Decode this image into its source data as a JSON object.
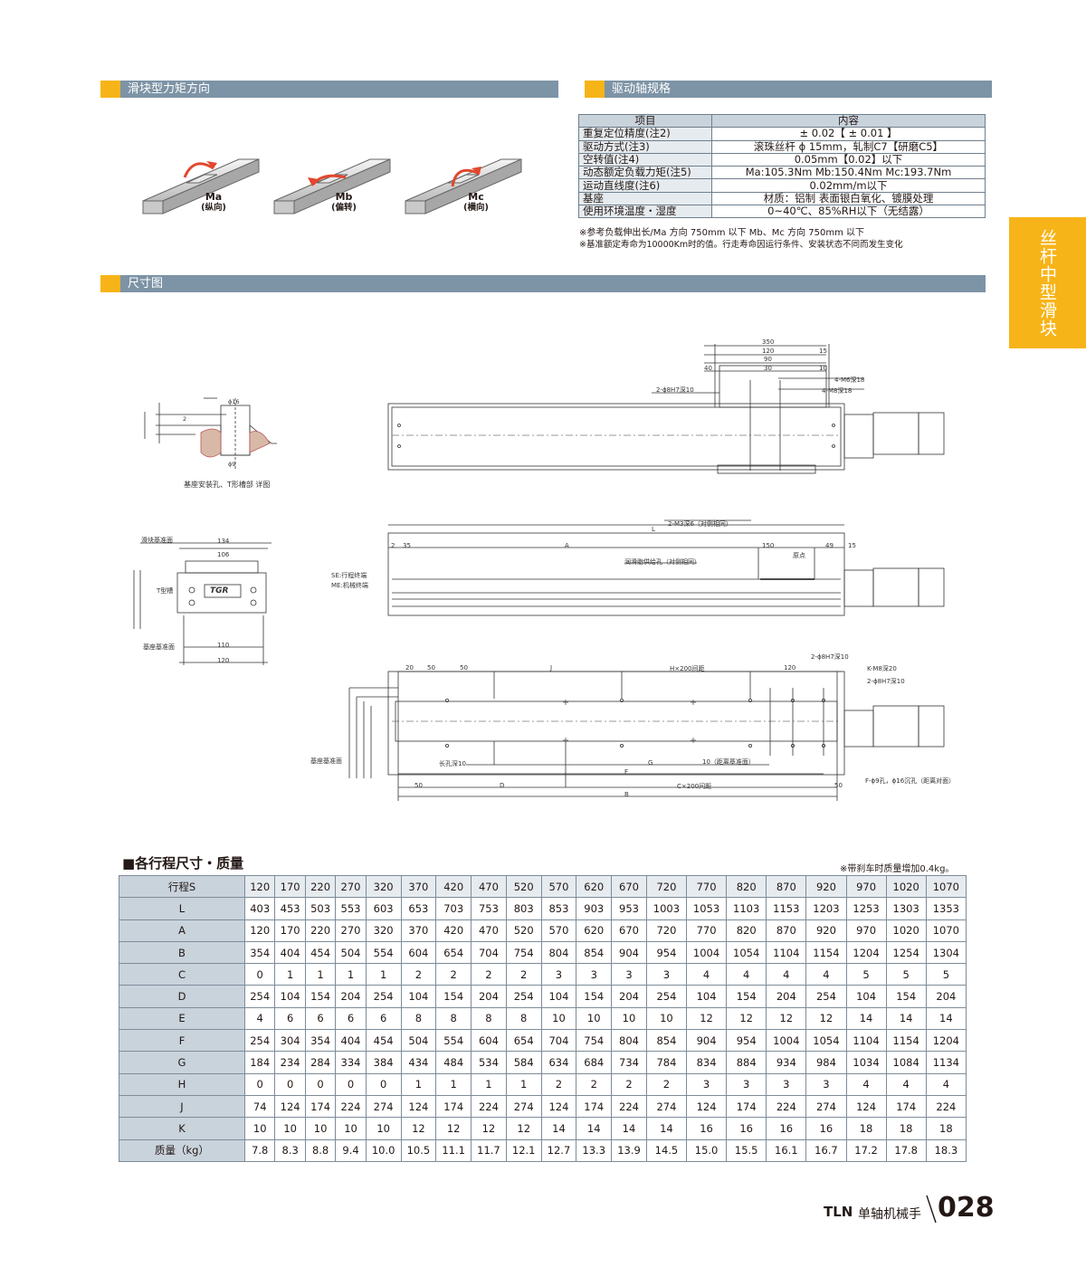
{
  "sections": {
    "moment": "滑块型力矩方向",
    "drive": "驱动轴规格",
    "dimension": "尺寸图"
  },
  "side_tab": "丝杆中型滑块",
  "moments": [
    {
      "name": "Ma",
      "dir": "(纵向)"
    },
    {
      "name": "Mb",
      "dir": "(偏转)"
    },
    {
      "name": "Mc",
      "dir": "(横向)"
    }
  ],
  "spec": {
    "header_item": "项目",
    "header_content": "内容",
    "rows": [
      {
        "item": "重复定位精度(注2)",
        "value": "± 0.02【 ± 0.01 】"
      },
      {
        "item": "驱动方式(注3)",
        "value": "滚珠丝杆 ϕ 15mm，轧制C7【研磨C5】"
      },
      {
        "item": "空转值(注4)",
        "value": "0.05mm【0.02】以下"
      },
      {
        "item": "动态额定负载力矩(注5)",
        "value": "Ma:105.3Nm  Mb:150.4Nm  Mc:193.7Nm"
      },
      {
        "item": "运动直线度(注6)",
        "value": "0.02mm/m以下"
      },
      {
        "item": "基座",
        "value": "材质：铝制  表面银白氧化、镀膜处理"
      },
      {
        "item": "使用环境温度・湿度",
        "value": "0~40℃、85%RH以下（无结露）"
      }
    ],
    "note1": "※参考负载伸出长/Ma 方向 750mm 以下    Mb、Mc 方向 750mm 以下",
    "note2": "※基准额定寿命为10000Km时的值。行走寿命因运行条件、安装状态不同而发生变化"
  },
  "drawing_labels": {
    "detail_caption": "基座安装孔、T形槽部 详图",
    "se_label": "SE:行程终端",
    "me_label": "ME:机械终端",
    "slider_ref": "滑块基准面",
    "t_slot": "T型槽",
    "base_ref": "基座基准面",
    "base_ref2": "基座基准面",
    "logo": "TGR",
    "dims": {
      "d350": "350",
      "d120": "120",
      "d90": "90",
      "d30": "30",
      "d40": "40",
      "d15": "15",
      "d10": "10",
      "m6": "4-M6深18",
      "m8": "4-M8深18",
      "pin": "2-ϕ8H7深10",
      "m3": "2-M3深6（对侧相同）",
      "L": "L",
      "A": "A",
      "d2": "2",
      "d35": "35",
      "d750": "150",
      "d49": "49",
      "d134": "134",
      "d106": "106",
      "d110": "110",
      "d120b": "120",
      "d20": "20",
      "d50": "50",
      "J": "J",
      "H200": "H×200间距",
      "K": "K-M8深20",
      "G": "G",
      "F": "F",
      "D": "D",
      "C200": "C×200间距",
      "B": "B",
      "tenref": "10（距离基准面）",
      "F9": "F-ϕ9孔，ϕ16沉孔（距离对面）",
      "long": "长孔深10",
      "lube": "润滑脂供给孔（对侧相同）",
      "home": "原点"
    }
  },
  "strokes": {
    "title": "■各行程尺寸・质量",
    "brake_note": "※带刹车时质量增加0.4kg。",
    "rows": [
      {
        "label": "行程S",
        "values": [
          "120",
          "170",
          "220",
          "270",
          "320",
          "370",
          "420",
          "470",
          "520",
          "570",
          "620",
          "670",
          "720",
          "770",
          "820",
          "870",
          "920",
          "970",
          "1020",
          "1070"
        ]
      },
      {
        "label": "L",
        "values": [
          "403",
          "453",
          "503",
          "553",
          "603",
          "653",
          "703",
          "753",
          "803",
          "853",
          "903",
          "953",
          "1003",
          "1053",
          "1103",
          "1153",
          "1203",
          "1253",
          "1303",
          "1353"
        ]
      },
      {
        "label": "A",
        "values": [
          "120",
          "170",
          "220",
          "270",
          "320",
          "370",
          "420",
          "470",
          "520",
          "570",
          "620",
          "670",
          "720",
          "770",
          "820",
          "870",
          "920",
          "970",
          "1020",
          "1070"
        ]
      },
      {
        "label": "B",
        "values": [
          "354",
          "404",
          "454",
          "504",
          "554",
          "604",
          "654",
          "704",
          "754",
          "804",
          "854",
          "904",
          "954",
          "1004",
          "1054",
          "1104",
          "1154",
          "1204",
          "1254",
          "1304"
        ]
      },
      {
        "label": "C",
        "values": [
          "0",
          "1",
          "1",
          "1",
          "1",
          "2",
          "2",
          "2",
          "2",
          "3",
          "3",
          "3",
          "3",
          "4",
          "4",
          "4",
          "4",
          "5",
          "5",
          "5"
        ]
      },
      {
        "label": "D",
        "values": [
          "254",
          "104",
          "154",
          "204",
          "254",
          "104",
          "154",
          "204",
          "254",
          "104",
          "154",
          "204",
          "254",
          "104",
          "154",
          "204",
          "254",
          "104",
          "154",
          "204"
        ]
      },
      {
        "label": "E",
        "values": [
          "4",
          "6",
          "6",
          "6",
          "6",
          "8",
          "8",
          "8",
          "8",
          "10",
          "10",
          "10",
          "10",
          "12",
          "12",
          "12",
          "12",
          "14",
          "14",
          "14"
        ]
      },
      {
        "label": "F",
        "values": [
          "254",
          "304",
          "354",
          "404",
          "454",
          "504",
          "554",
          "604",
          "654",
          "704",
          "754",
          "804",
          "854",
          "904",
          "954",
          "1004",
          "1054",
          "1104",
          "1154",
          "1204"
        ]
      },
      {
        "label": "G",
        "values": [
          "184",
          "234",
          "284",
          "334",
          "384",
          "434",
          "484",
          "534",
          "584",
          "634",
          "684",
          "734",
          "784",
          "834",
          "884",
          "934",
          "984",
          "1034",
          "1084",
          "1134"
        ]
      },
      {
        "label": "H",
        "values": [
          "0",
          "0",
          "0",
          "0",
          "0",
          "1",
          "1",
          "1",
          "1",
          "2",
          "2",
          "2",
          "2",
          "3",
          "3",
          "3",
          "3",
          "4",
          "4",
          "4"
        ]
      },
      {
        "label": "J",
        "values": [
          "74",
          "124",
          "174",
          "224",
          "274",
          "124",
          "174",
          "224",
          "274",
          "124",
          "174",
          "224",
          "274",
          "124",
          "174",
          "224",
          "274",
          "124",
          "174",
          "224"
        ]
      },
      {
        "label": "K",
        "values": [
          "10",
          "10",
          "10",
          "10",
          "10",
          "12",
          "12",
          "12",
          "12",
          "14",
          "14",
          "14",
          "14",
          "16",
          "16",
          "16",
          "16",
          "18",
          "18",
          "18"
        ]
      },
      {
        "label": "质量（kg）",
        "values": [
          "7.8",
          "8.3",
          "8.8",
          "9.4",
          "10.0",
          "10.5",
          "11.1",
          "11.7",
          "12.1",
          "12.7",
          "13.3",
          "13.9",
          "14.5",
          "15.0",
          "15.5",
          "16.1",
          "16.7",
          "17.2",
          "17.8",
          "18.3"
        ]
      }
    ]
  },
  "footer": {
    "brand": "TLN",
    "product": "单轴机械手",
    "page": "028"
  }
}
